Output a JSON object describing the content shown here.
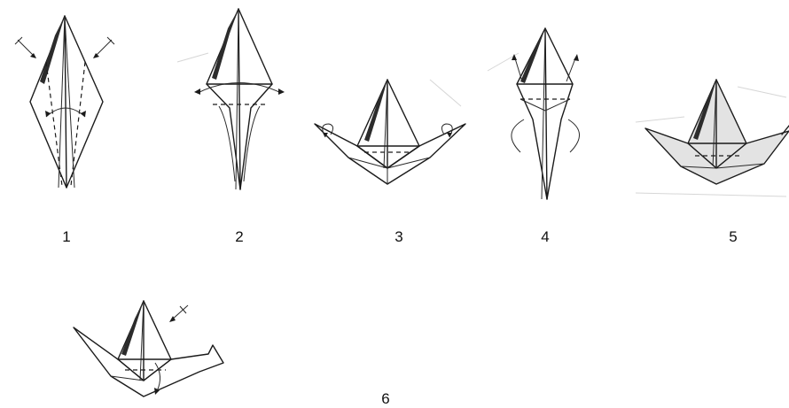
{
  "diagram": {
    "steps": [
      {
        "number": "1",
        "icon": "kite-with-folds-icon"
      },
      {
        "number": "2",
        "icon": "narrowed-kite-icon"
      },
      {
        "number": "3",
        "icon": "wings-spread-icon"
      },
      {
        "number": "4",
        "icon": "neck-tail-up-icon"
      },
      {
        "number": "5",
        "icon": "shaded-crane-icon"
      },
      {
        "number": "6",
        "icon": "finished-crane-icon"
      }
    ]
  }
}
